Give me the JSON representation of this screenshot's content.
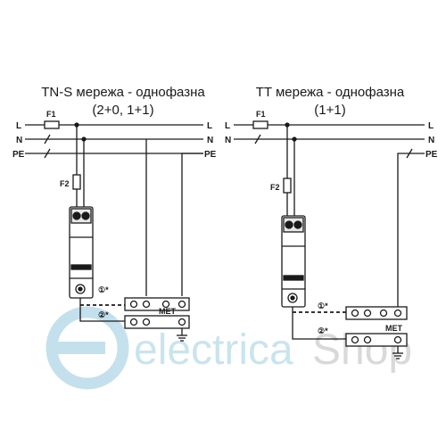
{
  "left": {
    "title": "TN-S мережа - однофазна",
    "subtitle": "(2+0, 1+1)",
    "line_labels": [
      "L",
      "N",
      "PE"
    ],
    "fuse1": "F1",
    "fuse2": "F2",
    "note1": "①*",
    "note2": "②*",
    "bar_label": "MET"
  },
  "right": {
    "title": "TT мережа - однофазна",
    "subtitle": "(1+1)",
    "line_labels": [
      "L",
      "N",
      "PE"
    ],
    "fuse1": "F1",
    "fuse2": "F2",
    "note1": "①*",
    "note2": "②*",
    "bar_label": "MET"
  },
  "watermark": {
    "part1": "electrica",
    "part2": "Shop",
    "colors": {
      "logo": "#9fcde2",
      "text1": "#b9dbe9",
      "text2": "#c9c9c9"
    }
  }
}
